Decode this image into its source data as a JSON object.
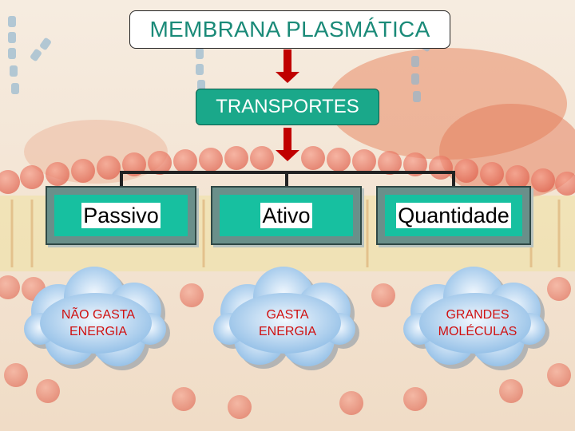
{
  "title": "MEMBRANA PLASMÁTICA",
  "transport": "TRANSPORTES",
  "categories": [
    {
      "label": "Passivo",
      "note_line1": "NÃO GASTA",
      "note_line2": "ENERGIA"
    },
    {
      "label": "Ativo",
      "note_line1": "GASTA",
      "note_line2": "ENERGIA"
    },
    {
      "label": "Quantidade",
      "note_line1": "GRANDES",
      "note_line2": "MOLÉCULAS"
    }
  ],
  "colors": {
    "title_text": "#1a8a78",
    "transport_fill": "#1aa88a",
    "arrow": "#d00000",
    "cloud_text": "#d01010",
    "category_fill": "#17c0a0"
  },
  "icons": {
    "arrows": "down-arrow-icon",
    "notes": "cloud-icon"
  }
}
